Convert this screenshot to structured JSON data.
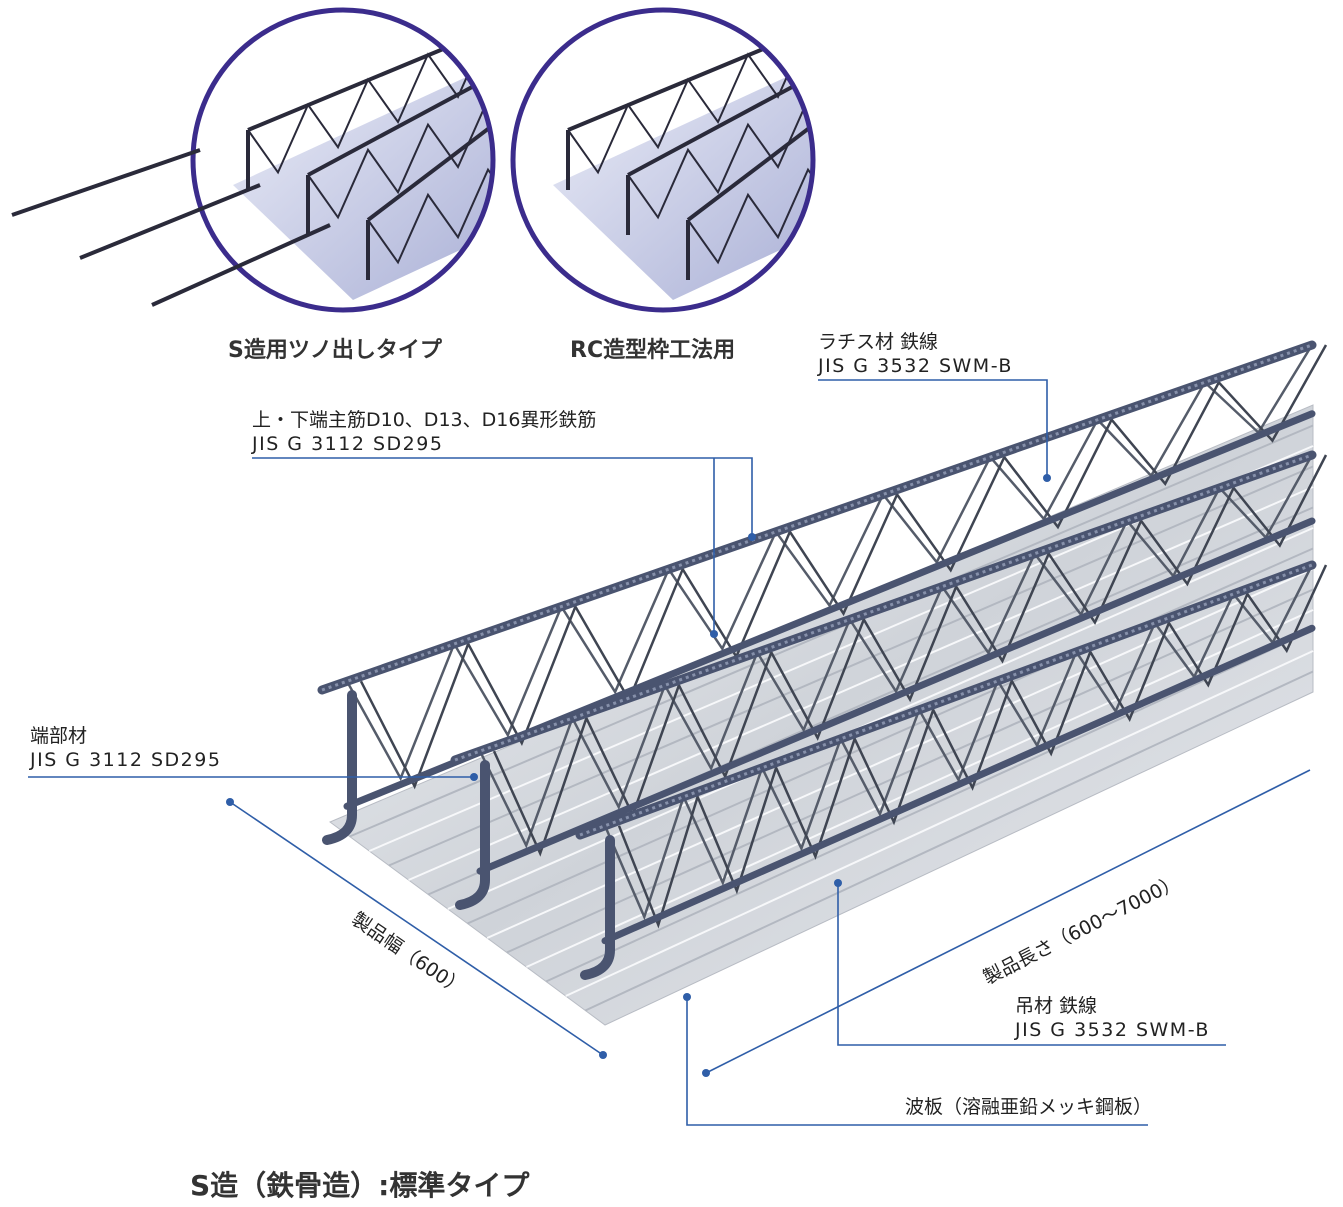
{
  "insets": [
    {
      "caption": "S造用ツノ出しタイプ"
    },
    {
      "caption": "RC造型枠工法用"
    }
  ],
  "labels": {
    "lattice": {
      "name": "ラチス材 鉄線",
      "spec": "JIS G 3532 SWM-B"
    },
    "main_rebar": {
      "name": "上・下端主筋D10、D13、D16異形鉄筋",
      "spec": "JIS G 3112 SD295"
    },
    "end_member": {
      "name": "端部材",
      "spec": "JIS G 3112 SD295"
    },
    "width": "製品幅（600）",
    "length": "製品長さ（600〜7000）",
    "hanger": {
      "name": "吊材 鉄線",
      "spec": "JIS G 3532 SWM-B"
    },
    "deck": "波板（溶融亜鉛メッキ鋼板）"
  },
  "title": "S造（鉄骨造）:標準タイプ",
  "colors": {
    "leader": "#2f5ea8",
    "ring": "#3b2c8c",
    "rebar": "#4a5470",
    "deck": "#d4d8de"
  }
}
